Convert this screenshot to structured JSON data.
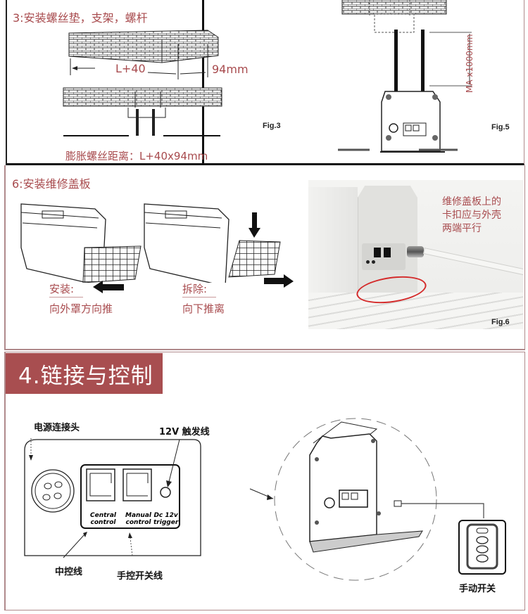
{
  "section3": {
    "title": "3:安装螺丝垫，支架，螺杆",
    "dim_long": "L+40",
    "dim_short": "94mm",
    "caption": "膨胀螺丝距离：L+40x94mm",
    "fig_label": "Fig.3"
  },
  "section5": {
    "dim_vertical": "MA x1000mm",
    "fig_label": "Fig.5"
  },
  "section6": {
    "title": "6:安装维修盖板",
    "install": {
      "label": "安装:",
      "desc": "向外罩方向推"
    },
    "remove": {
      "label": "拆除:",
      "desc": "向下推离"
    },
    "photo_note": [
      "维修盖板上的",
      "卡扣应与外壳",
      "两端平行"
    ],
    "fig_label": "Fig.6"
  },
  "section4": {
    "banner": "4.链接与控制",
    "power_connector": "电源连接头",
    "trigger_12v": "12V 触发线",
    "ports": [
      {
        "label_line1": "Central",
        "label_line2": "control"
      },
      {
        "label_line1": "Manual",
        "label_line2": "control"
      },
      {
        "label_line1": "Dc 12v",
        "label_line2": "trigger"
      }
    ],
    "central_line": "中控线",
    "manual_switch_line": "手控开关线",
    "manual_switch": "手动开关"
  },
  "colors": {
    "accent": "#a84e50",
    "text_red": "#a84b4e",
    "ellipse_red": "#d42a2a"
  }
}
